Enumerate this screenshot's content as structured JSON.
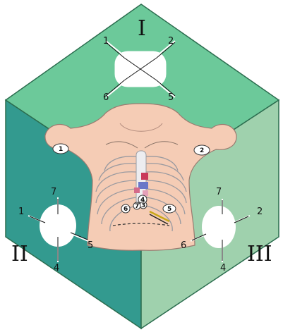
{
  "faces": {
    "top": {
      "roman": "I",
      "labels": {
        "nw": "1",
        "ne": "2",
        "sw": "6",
        "se": "5"
      }
    },
    "left": {
      "roman": "II",
      "labels": {
        "top": "7",
        "left": "1",
        "right": "5",
        "bottom": "4"
      }
    },
    "right": {
      "roman": "III",
      "labels": {
        "top": "7",
        "right": "2",
        "left": "6",
        "bottom": "4"
      }
    }
  },
  "body": {
    "markers": {
      "m1": "1",
      "m2": "2",
      "m3": "3",
      "m4": "4",
      "m5": "5",
      "m6": "6",
      "m7": "7"
    }
  },
  "colors": {
    "top_face": "#6cc99a",
    "left_face": "#339a8f",
    "right_face": "#9fd1ad",
    "skin": "#f5ccb5",
    "edge": "#2c6d4f"
  }
}
